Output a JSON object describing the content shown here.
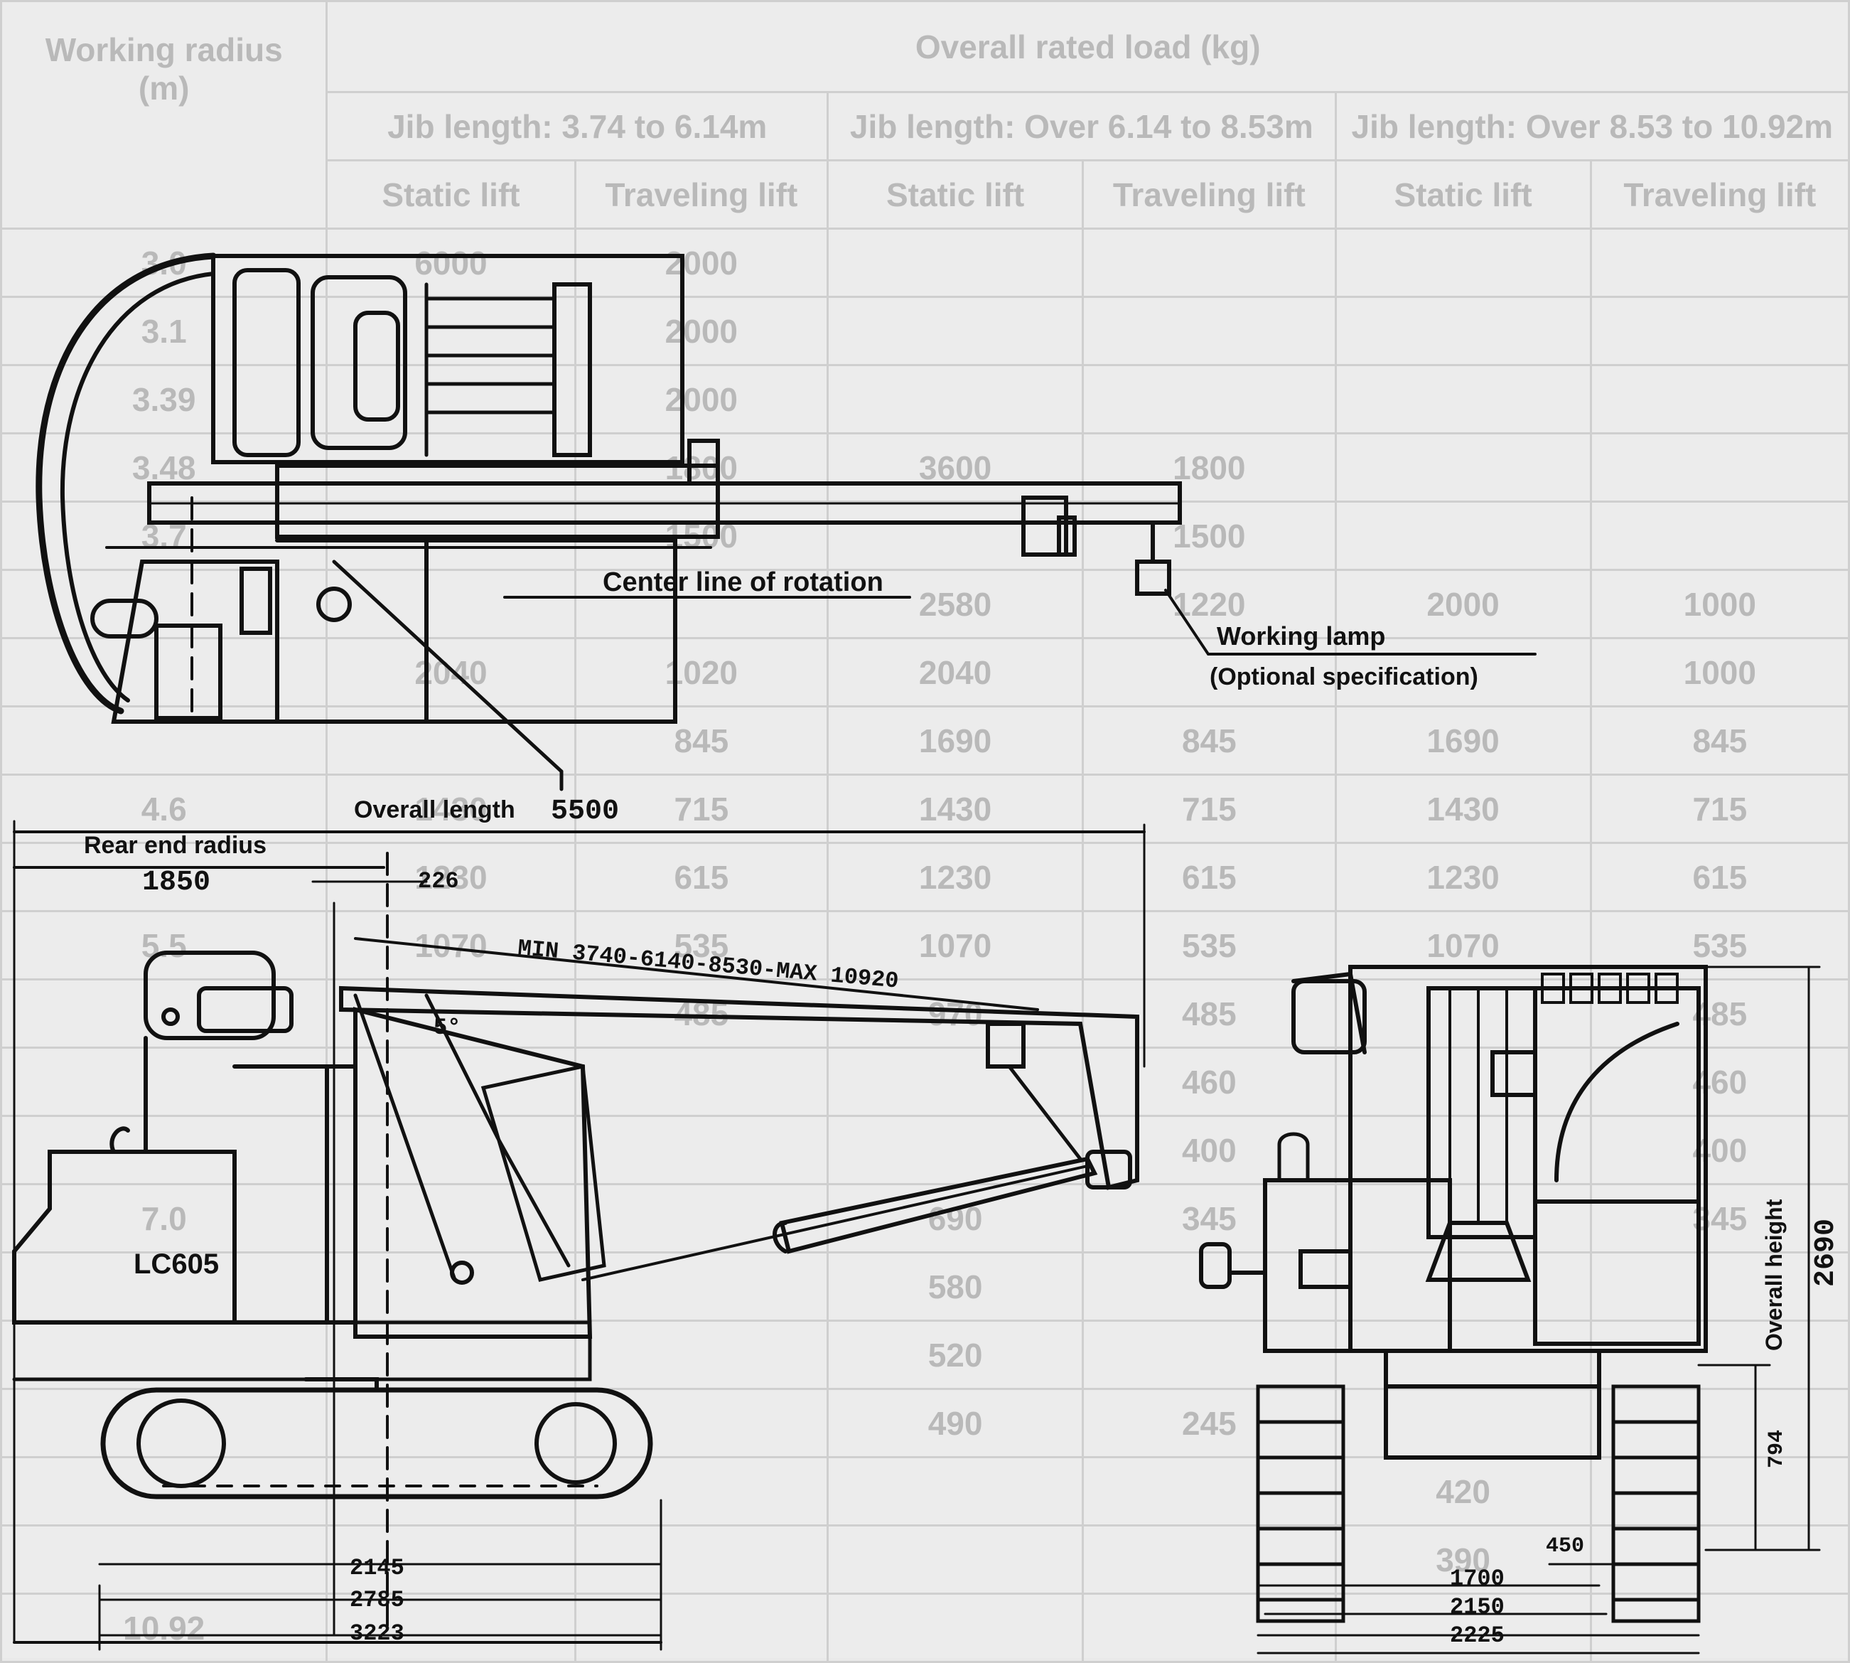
{
  "table": {
    "header_radius": "Working radius\n(m)",
    "header_load": "Overall rated load (kg)",
    "groups": [
      "Jib length: 3.74 to 6.14m",
      "Jib length: Over 6.14 to 8.53m",
      "Jib length: Over 8.53 to 10.92m"
    ],
    "subheaders": [
      "Static lift",
      "Traveling lift",
      "Static lift",
      "Traveling lift",
      "Static lift",
      "Traveling lift"
    ],
    "rows": [
      [
        "3.0",
        "6000",
        "2000",
        "",
        "",
        "",
        ""
      ],
      [
        "3.1",
        "",
        "2000",
        "",
        "",
        "",
        ""
      ],
      [
        "3.39",
        "",
        "2000",
        "",
        "",
        "",
        ""
      ],
      [
        "3.48",
        "",
        "1800",
        "3600",
        "1800",
        "",
        ""
      ],
      [
        "3.7",
        "",
        "1500",
        "",
        "1500",
        "",
        ""
      ],
      [
        "",
        "",
        "",
        "2580",
        "1220",
        "2000",
        "1000"
      ],
      [
        "",
        "2040",
        "1020",
        "2040",
        "",
        "",
        "1000"
      ],
      [
        "",
        "",
        "845",
        "1690",
        "845",
        "1690",
        "845"
      ],
      [
        "4.6",
        "1430",
        "715",
        "1430",
        "715",
        "1430",
        "715"
      ],
      [
        "",
        "1230",
        "615",
        "1230",
        "615",
        "1230",
        "615"
      ],
      [
        "5.5",
        "1070",
        "535",
        "1070",
        "535",
        "1070",
        "535"
      ],
      [
        "",
        "",
        "485",
        "970",
        "485",
        "",
        "485"
      ],
      [
        "",
        "",
        "",
        "",
        "460",
        "",
        "460"
      ],
      [
        "",
        "",
        "",
        "",
        "400",
        "",
        "400"
      ],
      [
        "7.0",
        "",
        "",
        "690",
        "345",
        "",
        "345"
      ],
      [
        "",
        "",
        "",
        "580",
        "",
        "",
        ""
      ],
      [
        "",
        "",
        "",
        "520",
        "",
        "",
        ""
      ],
      [
        "",
        "",
        "",
        "490",
        "245",
        "",
        ""
      ],
      [
        "",
        "",
        "",
        "",
        "",
        "420",
        ""
      ],
      [
        "",
        "",
        "",
        "",
        "",
        "390",
        ""
      ],
      [
        "10.92",
        "",
        "",
        "",
        "",
        "",
        ""
      ]
    ]
  },
  "labels": {
    "center_line": "Center line of rotation",
    "working_lamp": "Working lamp",
    "optional_spec": "(Optional specification)",
    "overall_length_label": "Overall length",
    "overall_length_value": "5500",
    "rear_end_radius": "Rear end radius",
    "rear_end_value": "1850",
    "dim_226": "226",
    "jib_range": "MIN 3740-6140-8530-MAX 10920",
    "angle": "5°",
    "model": "LC605",
    "overall_height_label": "Overall height",
    "overall_height_value": "2690",
    "dim_794": "794",
    "dim_450": "450",
    "dim_2145": "2145",
    "dim_2785": "2785",
    "dim_3223": "3223",
    "dim_1700": "1700",
    "dim_2150": "2150",
    "dim_2225": "2225"
  },
  "colors": {
    "ink": "#111111",
    "table_text": "#b9b9b9",
    "paper": "#ececec"
  }
}
